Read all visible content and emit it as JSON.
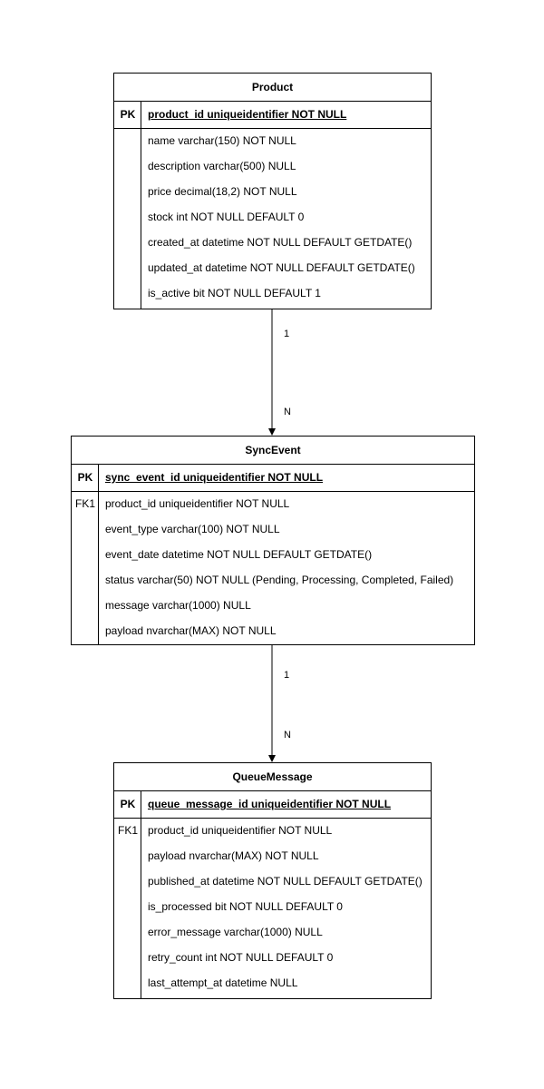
{
  "entities": {
    "product": {
      "title": "Product",
      "pk_label": "PK",
      "pk_field": "product_id uniqueidentifier NOT NULL",
      "fields": [
        {
          "key": "",
          "text": "name varchar(150) NOT NULL"
        },
        {
          "key": "",
          "text": "description varchar(500) NULL"
        },
        {
          "key": "",
          "text": "price decimal(18,2) NOT NULL"
        },
        {
          "key": "",
          "text": "stock int NOT NULL DEFAULT 0"
        },
        {
          "key": "",
          "text": "created_at datetime NOT NULL DEFAULT GETDATE()"
        },
        {
          "key": "",
          "text": "updated_at datetime NOT NULL DEFAULT GETDATE()"
        },
        {
          "key": "",
          "text": "is_active bit NOT NULL DEFAULT 1"
        }
      ]
    },
    "sync_event": {
      "title": "SyncEvent",
      "pk_label": "PK",
      "pk_field": "sync_event_id uniqueidentifier NOT NULL",
      "fields": [
        {
          "key": "FK1",
          "text": "product_id uniqueidentifier NOT NULL"
        },
        {
          "key": "",
          "text": "event_type varchar(100) NOT NULL"
        },
        {
          "key": "",
          "text": "event_date datetime NOT NULL DEFAULT GETDATE()"
        },
        {
          "key": "",
          "text": "status varchar(50) NOT NULL (Pending, Processing, Completed, Failed)"
        },
        {
          "key": "",
          "text": "message varchar(1000) NULL"
        },
        {
          "key": "",
          "text": "payload nvarchar(MAX) NOT NULL"
        }
      ]
    },
    "queue_message": {
      "title": "QueueMessage",
      "pk_label": "PK",
      "pk_field": "queue_message_id uniqueidentifier NOT NULL",
      "fields": [
        {
          "key": "FK1",
          "text": "product_id uniqueidentifier NOT NULL"
        },
        {
          "key": "",
          "text": "payload nvarchar(MAX) NOT NULL"
        },
        {
          "key": "",
          "text": "published_at datetime NOT NULL DEFAULT GETDATE()"
        },
        {
          "key": "",
          "text": "is_processed bit NOT NULL DEFAULT 0"
        },
        {
          "key": "",
          "text": "error_message varchar(1000) NULL"
        },
        {
          "key": "",
          "text": "retry_count int NOT NULL DEFAULT 0"
        },
        {
          "key": "",
          "text": "last_attempt_at datetime NULL"
        }
      ]
    }
  },
  "relationships": [
    {
      "from": "Product",
      "to": "SyncEvent",
      "from_card": "1",
      "to_card": "N"
    },
    {
      "from": "SyncEvent",
      "to": "QueueMessage",
      "from_card": "1",
      "to_card": "N"
    }
  ]
}
